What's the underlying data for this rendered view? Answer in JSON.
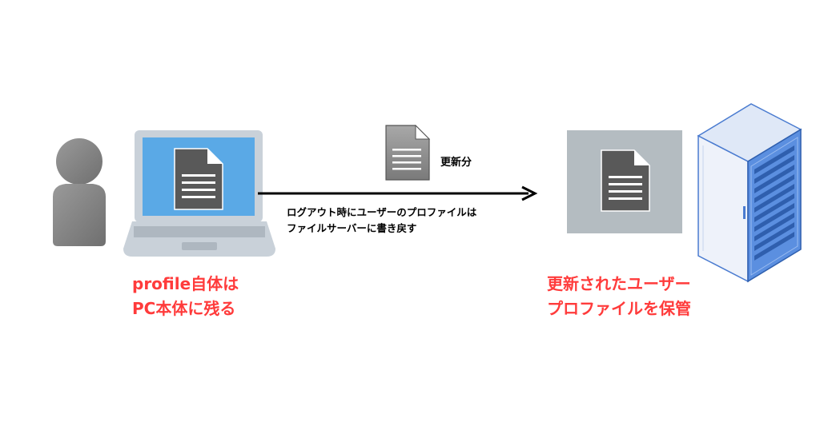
{
  "update_label": "更新分",
  "arrow_caption": {
    "line1": "ログアウト時にユーザーのプロファイルは",
    "line2": "ファイルサーバーに書き戻す"
  },
  "left_caption": {
    "line1": "profile自体は",
    "line2": "PC本体に残る"
  },
  "right_caption": {
    "line1": "更新されたユーザー",
    "line2": "プロファイルを保管"
  },
  "colors": {
    "caption": "#ff3b3b",
    "person": "#8a8a8a",
    "laptop_screen": "#5aa9e6",
    "laptop_frame": "#c9d1d9",
    "document": "#595959",
    "storage_box": "#b4bcc1",
    "server_accent": "#4a7bd0"
  },
  "icons": [
    "person-icon",
    "laptop-icon",
    "document-icon",
    "arrow-icon",
    "server-rack-icon"
  ]
}
